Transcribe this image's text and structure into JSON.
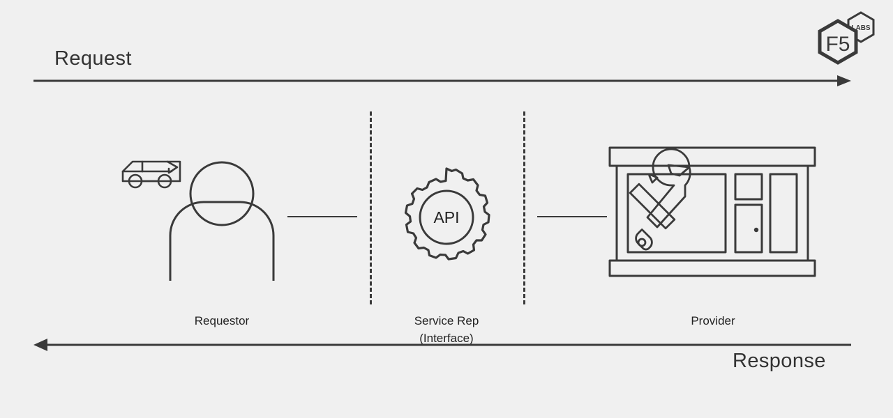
{
  "page": {
    "background_color": "#f0f0f0",
    "stroke_color": "#3a3a3a",
    "text_color": "#333333"
  },
  "logo": {
    "primary_text": "F5",
    "secondary_text": "LABS",
    "name": "f5-labs-logo"
  },
  "flow": {
    "top": {
      "label": "Request",
      "direction": "right",
      "arrow_name": "request-arrow"
    },
    "bottom": {
      "label": "Response",
      "direction": "left",
      "arrow_name": "response-arrow"
    }
  },
  "lanes": [
    {
      "id": "requestor",
      "caption_line1": "Requestor",
      "caption_line2": "",
      "icon": "person-with-van-icon"
    },
    {
      "id": "service-rep",
      "caption_line1": "Service Rep",
      "caption_line2": "(Interface)",
      "icon": "gear-api-icon",
      "gear_text": "API"
    },
    {
      "id": "provider",
      "caption_line1": "Provider",
      "caption_line2": "",
      "icon": "repair-shop-storefront-icon"
    }
  ],
  "dividers": [
    {
      "name": "lane-divider-left",
      "style": "dashed"
    },
    {
      "name": "lane-divider-right",
      "style": "dashed"
    }
  ],
  "connectors": [
    {
      "name": "connector-requestor-to-servicerep"
    },
    {
      "name": "connector-servicerep-to-provider"
    }
  ]
}
